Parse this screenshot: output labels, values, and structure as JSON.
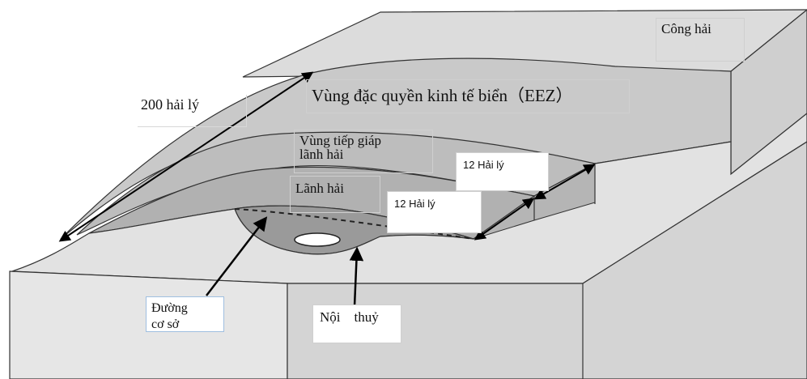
{
  "labels": {
    "high_seas": "Công hải",
    "eez": "Vùng đặc quyền kinh tế biển（EEZ）",
    "nm_200": "200  hải lý",
    "contiguous_zone": [
      "Vùng tiếp giáp",
      "lãnh hải"
    ],
    "nm_12_contiguous": "12 Hải lý",
    "territorial_sea": "Lãnh hải",
    "nm_12_territorial": "12 Hải lý",
    "baseline": [
      "Đường",
      "cơ sở"
    ],
    "internal_waters": "Nội    thuỷ"
  }
}
